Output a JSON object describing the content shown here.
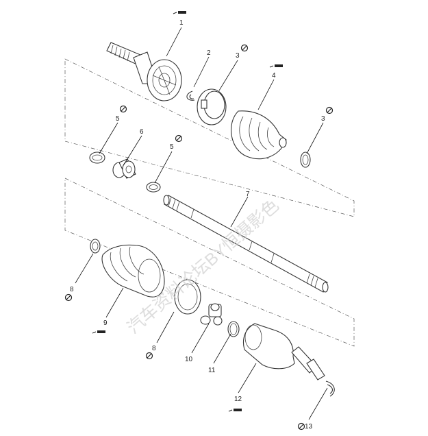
{
  "diagram": {
    "callouts": [
      {
        "id": "c1",
        "text": "1"
      },
      {
        "id": "c2",
        "text": "2"
      },
      {
        "id": "c3a",
        "text": "3"
      },
      {
        "id": "c4",
        "text": "4"
      },
      {
        "id": "c5a",
        "text": "5"
      },
      {
        "id": "c6",
        "text": "6"
      },
      {
        "id": "c5b",
        "text": "5"
      },
      {
        "id": "c3b",
        "text": "3"
      },
      {
        "id": "c7",
        "text": "7"
      },
      {
        "id": "c8a",
        "text": "8"
      },
      {
        "id": "c9",
        "text": "9"
      },
      {
        "id": "c8b",
        "text": "8"
      },
      {
        "id": "c10",
        "text": "10"
      },
      {
        "id": "c11",
        "text": "11"
      },
      {
        "id": "c12",
        "text": "12"
      },
      {
        "id": "c13",
        "text": "13"
      }
    ],
    "symbols": {
      "grease": "grease-icon",
      "no_reuse": "no-reuse-icon"
    },
    "watermark": "汽车资料论坛BY恒摄影色",
    "colors": {
      "line": "#333333",
      "watermark": "#cfcfcf"
    }
  }
}
